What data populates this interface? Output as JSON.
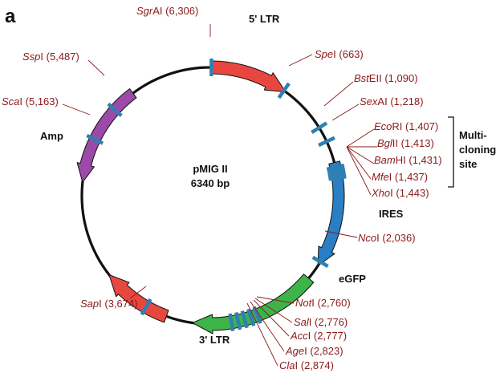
{
  "panel_label": "a",
  "plasmid": {
    "name": "pMIG II",
    "size": "6340 bp"
  },
  "features": [
    {
      "label": "5' LTR",
      "color": "#e8473f",
      "kind": "ltr5"
    },
    {
      "label": "IRES",
      "color": "#2a7fc4",
      "kind": "ires"
    },
    {
      "label": "eGFP",
      "color": "#3db34a",
      "kind": "egfp"
    },
    {
      "label": "3' LTR",
      "color": "#e8473f",
      "kind": "ltr3"
    },
    {
      "label": "Amp",
      "color": "#9b4aa8",
      "kind": "amp"
    }
  ],
  "sites": [
    {
      "enzyme_it": "Sgr",
      "enzyme": "AI",
      "pos": "(6,306)"
    },
    {
      "enzyme_it": "Spe",
      "enzyme": "I",
      "pos": "(663)"
    },
    {
      "enzyme_it": "Bst",
      "enzyme": "EII",
      "pos": "(1,090)"
    },
    {
      "enzyme_it": "Sex",
      "enzyme": "AI",
      "pos": "(1,218)"
    },
    {
      "enzyme_it": "Eco",
      "enzyme": "RI",
      "pos": "(1,407)"
    },
    {
      "enzyme_it": "Bgl",
      "enzyme": "II",
      "pos": "(1,413)"
    },
    {
      "enzyme_it": "Bam",
      "enzyme": "HI",
      "pos": "(1,431)"
    },
    {
      "enzyme_it": "Mfe",
      "enzyme": "I",
      "pos": "(1,437)"
    },
    {
      "enzyme_it": "Xho",
      "enzyme": "I",
      "pos": "(1,443)"
    },
    {
      "enzyme_it": "Nco",
      "enzyme": "I",
      "pos": "(2,036)"
    },
    {
      "enzyme_it": "Not",
      "enzyme": "I",
      "pos": "(2,760)"
    },
    {
      "enzyme_it": "Sal",
      "enzyme": "I",
      "pos": "(2,776)"
    },
    {
      "enzyme_it": "Acc",
      "enzyme": "I",
      "pos": "(2,777)"
    },
    {
      "enzyme_it": "Age",
      "enzyme": "I",
      "pos": "(2,823)"
    },
    {
      "enzyme_it": "Cla",
      "enzyme": "I",
      "pos": "(2,874)"
    },
    {
      "enzyme_it": "Sap",
      "enzyme": "I",
      "pos": "(3,674)"
    },
    {
      "enzyme_it": "Sca",
      "enzyme": "I",
      "pos": "(5,163)"
    },
    {
      "enzyme_it": "Ssp",
      "enzyme": "I",
      "pos": "(5,487)"
    }
  ],
  "mcs_label": [
    "Multi-",
    "cloning",
    "site"
  ],
  "colors": {
    "backbone": "#111111",
    "site_tick": "#2f7fb3",
    "site_text": "#8b1a1a"
  }
}
